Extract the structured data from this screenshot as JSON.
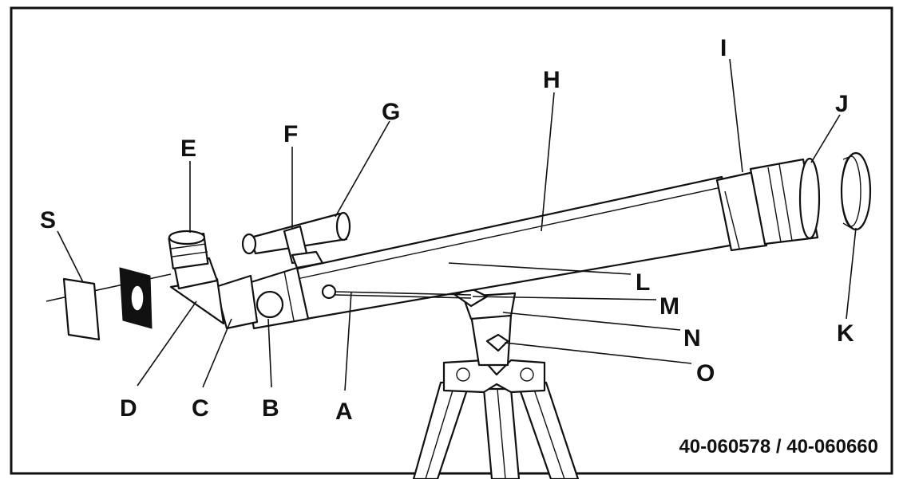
{
  "diagram": {
    "model_code": "40-060578 / 40-060660",
    "labels": [
      {
        "id": "S",
        "text": "S"
      },
      {
        "id": "E",
        "text": "E"
      },
      {
        "id": "F",
        "text": "F"
      },
      {
        "id": "G",
        "text": "G"
      },
      {
        "id": "H",
        "text": "H"
      },
      {
        "id": "I",
        "text": "I"
      },
      {
        "id": "J",
        "text": "J"
      },
      {
        "id": "K",
        "text": "K"
      },
      {
        "id": "L",
        "text": "L"
      },
      {
        "id": "M",
        "text": "M"
      },
      {
        "id": "N",
        "text": "N"
      },
      {
        "id": "O",
        "text": "O"
      },
      {
        "id": "D",
        "text": "D"
      },
      {
        "id": "C",
        "text": "C"
      },
      {
        "id": "B",
        "text": "B"
      },
      {
        "id": "A",
        "text": "A"
      }
    ]
  }
}
